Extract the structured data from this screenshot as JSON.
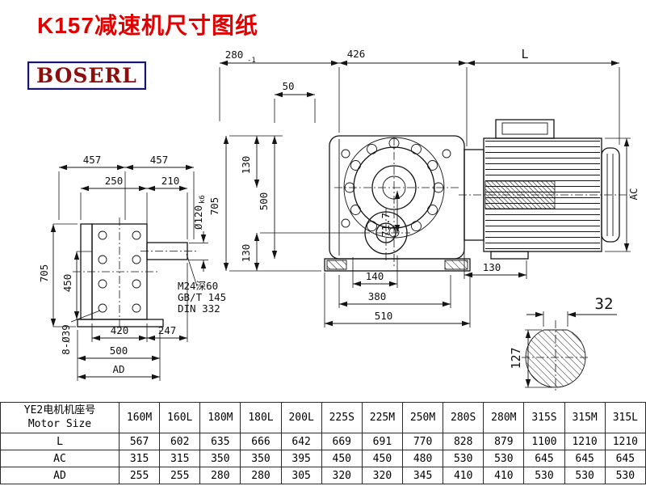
{
  "page": {
    "title": "K157减速机尺寸图纸",
    "logo_text": "BOSERL"
  },
  "front_view": {
    "dim_457_left": "457",
    "dim_457_right": "457",
    "dim_250": "250",
    "dim_210": "210",
    "dim_705": "705",
    "dim_450": "450",
    "dim_bolt_holes": "8-Ø39",
    "dim_420": "420",
    "dim_247": "247",
    "dim_500": "500",
    "dim_ad": "AD",
    "shaft_dia": "Ø120",
    "shaft_fit": "k6",
    "note_line1": "M24深60",
    "note_line2": "GB/T 145",
    "note_line3": "DIN 332"
  },
  "side_view": {
    "dim_280": "280",
    "dim_280_tol": "-1",
    "dim_426": "426",
    "dim_length": "L",
    "dim_50": "50",
    "dim_705": "705",
    "dim_130_upper": "130",
    "dim_500": "500",
    "dim_130_lower": "130",
    "dim_71_7": "71.7",
    "dim_130_motor": "130",
    "dim_140": "140",
    "dim_380": "380",
    "dim_510": "510",
    "dim_ac": "AC"
  },
  "shaft_section": {
    "dim_32": "32",
    "dim_127": "127"
  },
  "table": {
    "corner_line1": "YE2电机机座号",
    "corner_line2": "Motor Size",
    "columns": [
      "160M",
      "160L",
      "180M",
      "180L",
      "200L",
      "225S",
      "225M",
      "250M",
      "280S",
      "280M",
      "315S",
      "315M",
      "315L"
    ],
    "rows": [
      {
        "label": "L",
        "values": [
          "567",
          "602",
          "635",
          "666",
          "642",
          "669",
          "691",
          "770",
          "828",
          "879",
          "1100",
          "1210",
          "1210"
        ]
      },
      {
        "label": "AC",
        "values": [
          "315",
          "315",
          "350",
          "350",
          "395",
          "450",
          "450",
          "480",
          "530",
          "530",
          "645",
          "645",
          "645"
        ]
      },
      {
        "label": "AD",
        "values": [
          "255",
          "255",
          "280",
          "280",
          "305",
          "320",
          "320",
          "345",
          "410",
          "410",
          "530",
          "530",
          "530"
        ]
      }
    ]
  }
}
